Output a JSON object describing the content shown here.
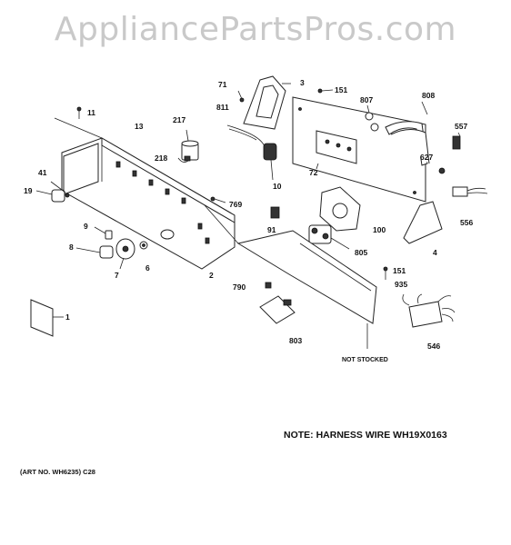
{
  "watermark": "AppliancePartsPros.com",
  "note": "NOTE: HARNESS WIRE WH19X0163",
  "art_number": "(ART NO. WH6235) C28",
  "not_stocked": "NOT STOCKED",
  "callouts": {
    "c71": "71",
    "c3": "3",
    "c151a": "151",
    "c807": "807",
    "c808": "808",
    "c11": "11",
    "c811": "811",
    "c13": "13",
    "c217": "217",
    "c557": "557",
    "c218": "218",
    "c627": "627",
    "c41": "41",
    "c72": "72",
    "c10": "10",
    "c19": "19",
    "c769": "769",
    "c100": "100",
    "c556": "556",
    "c91": "91",
    "c9": "9",
    "c805": "805",
    "c4": "4",
    "c8": "8",
    "c6": "6",
    "c7": "7",
    "c2": "2",
    "c151b": "151",
    "c790": "790",
    "c935": "935",
    "c1": "1",
    "c803": "803",
    "c546": "546"
  }
}
